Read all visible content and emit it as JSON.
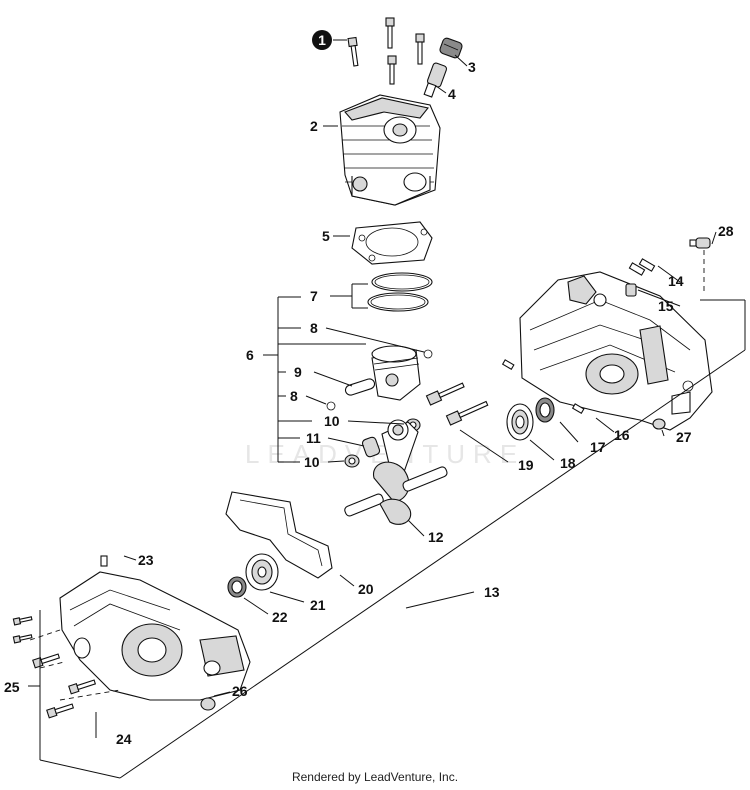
{
  "watermark": "LEADVENTURE",
  "footer": "Rendered by LeadVenture, Inc.",
  "callouts": {
    "c1": "1",
    "c2": "2",
    "c3": "3",
    "c4": "4",
    "c5": "5",
    "c6": "6",
    "c7": "7",
    "c8a": "8",
    "c8b": "8",
    "c9": "9",
    "c10a": "10",
    "c10b": "10",
    "c11": "11",
    "c12": "12",
    "c13": "13",
    "c14": "14",
    "c15": "15",
    "c16": "16",
    "c17": "17",
    "c18": "18",
    "c19": "19",
    "c20": "20",
    "c21": "21",
    "c22": "22",
    "c23": "23",
    "c24": "24",
    "c25": "25",
    "c26": "26",
    "c27": "27",
    "c28": "28"
  }
}
